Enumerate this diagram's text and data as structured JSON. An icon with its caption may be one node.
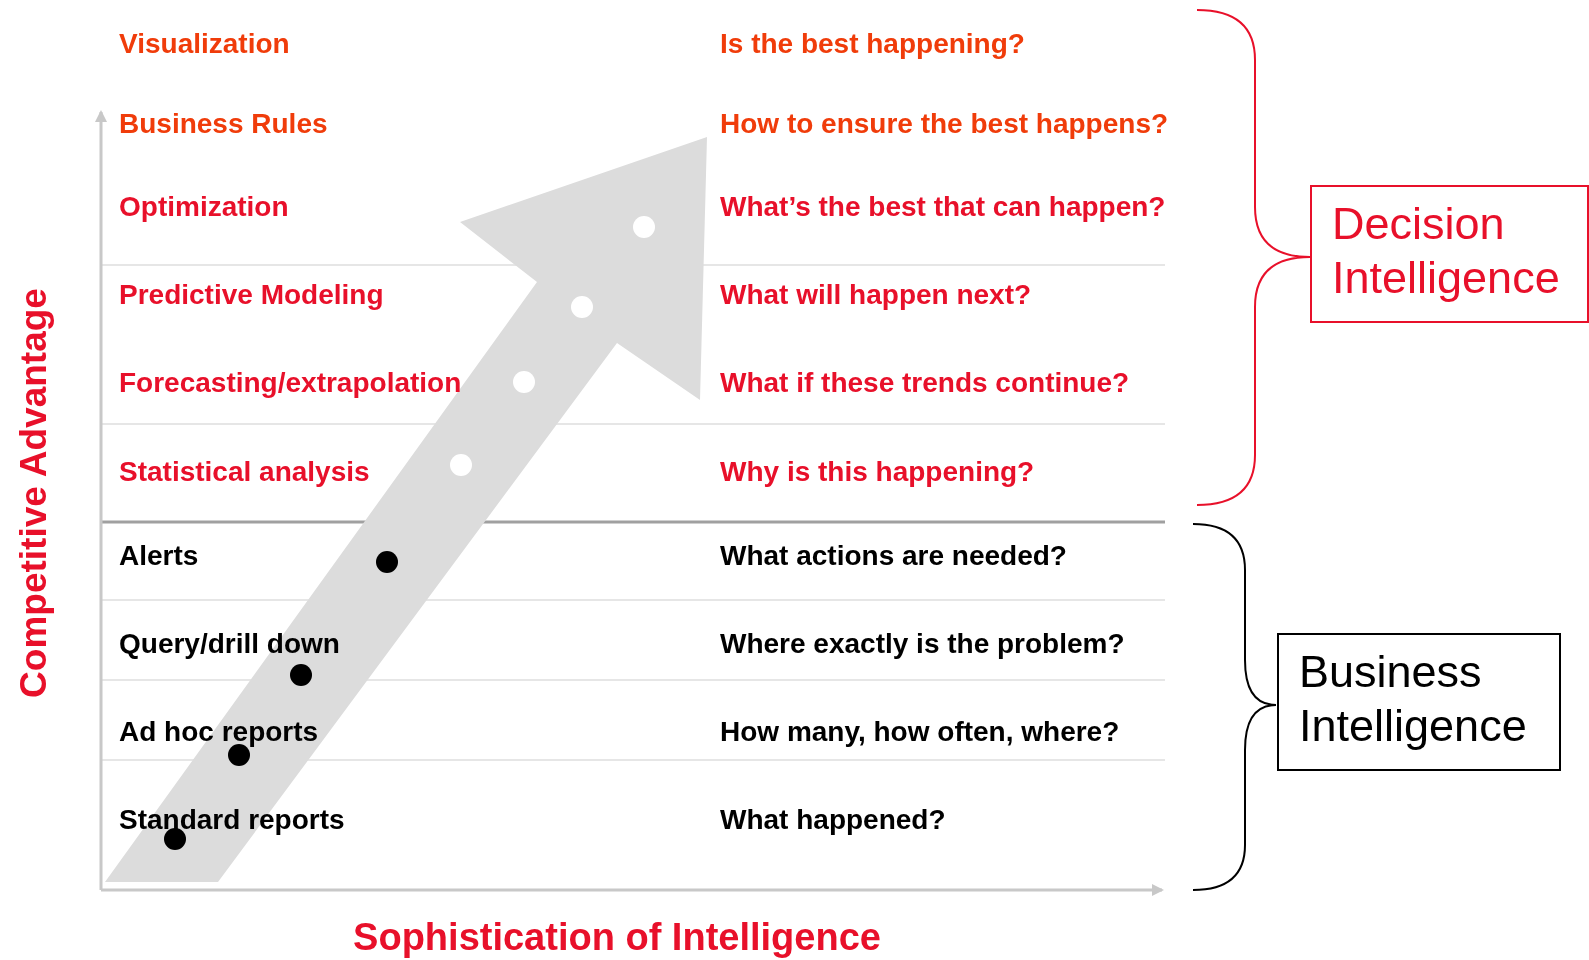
{
  "diagram": {
    "nodes": [
      {
        "text": [
          "Decision Intelligence"
        ]
      },
      {
        "text": [
          "Business Intelligence"
        ]
      }
    ],
    "labels": [
      "Visualization",
      "Is the best happening?",
      "Business Rules",
      "How to ensure the best happens?",
      "Optimization",
      "What’s the best that can happen?",
      "Predictive Modeling",
      "What will happen next?",
      "Forecasting/extrapolation",
      "What if these trends continue?",
      "Statistical analysis",
      "Why is this happening?",
      "Alerts",
      "What actions are needed?",
      "Query/drill down",
      "Where exactly is the problem?",
      "Ad hoc reports",
      "How many, how often, where?",
      "Standard reports",
      "What happened?",
      "Competitive Advantage",
      "Sophistication of Intelligence"
    ]
  }
}
